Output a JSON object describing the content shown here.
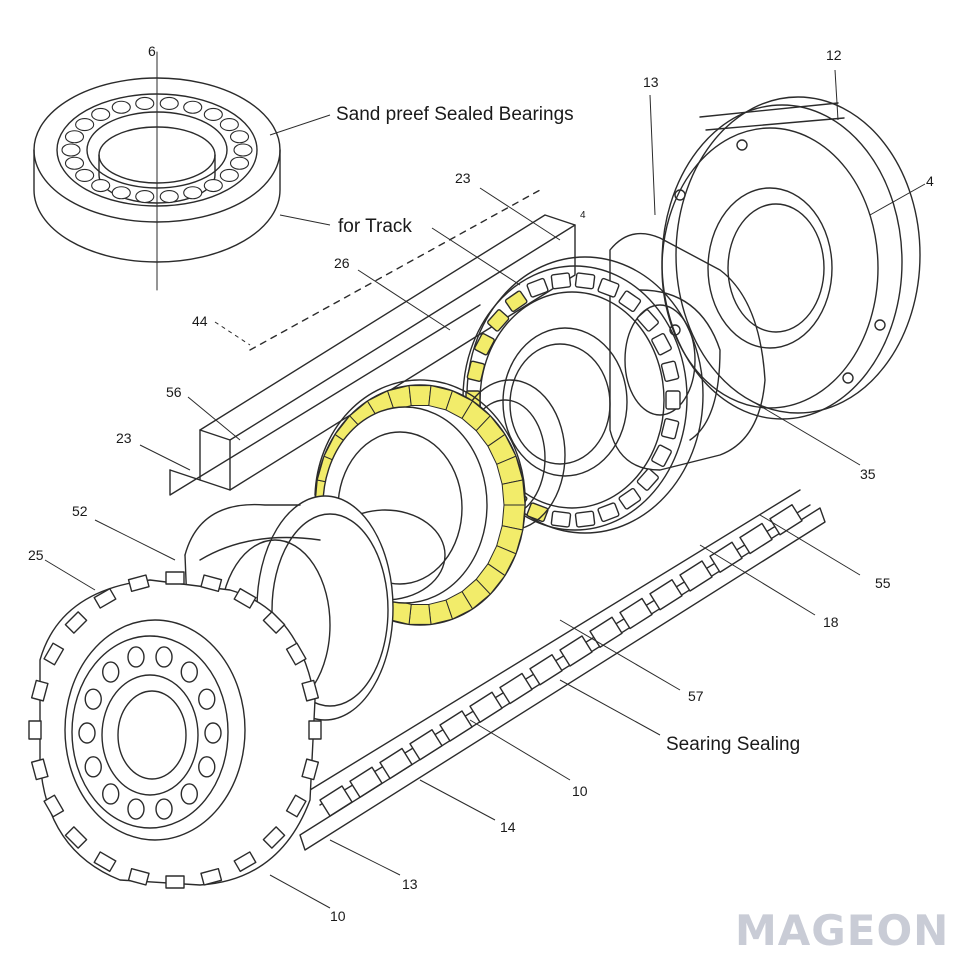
{
  "captions": {
    "title": "Sand preef Sealed Bearings",
    "subtitle": "for Track",
    "bottom": "Searing Sealing"
  },
  "callouts": [
    "6",
    "12",
    "13",
    "23",
    "4",
    "26",
    "44",
    "56",
    "23",
    "35",
    "52",
    "25",
    "55",
    "18",
    "57",
    "10",
    "14",
    "13",
    "10",
    "4"
  ],
  "watermark": "MAGEON",
  "colors": {
    "line": "#2b2b2b",
    "highlight": "#f2ec6a",
    "background": "#ffffff",
    "watermark": "#c9ccd6"
  }
}
